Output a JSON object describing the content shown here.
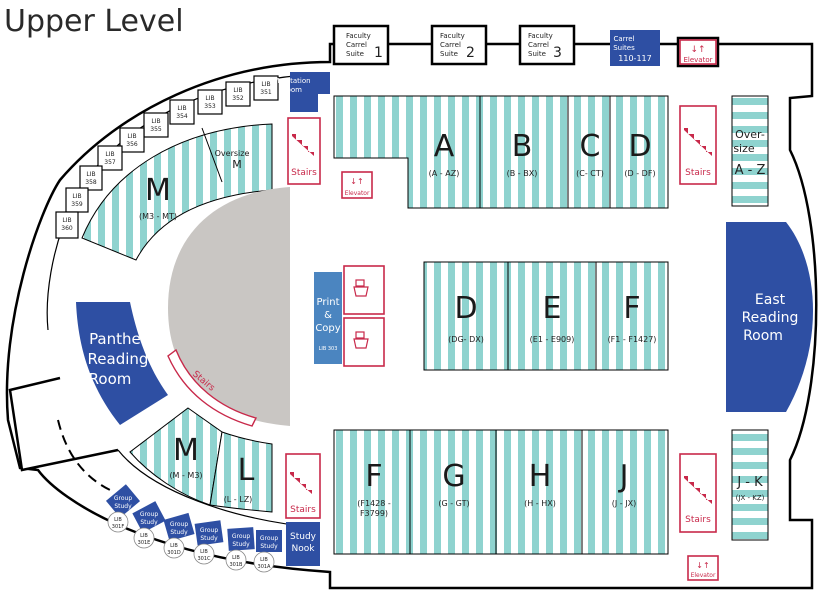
{
  "title": "Upper Level",
  "colors": {
    "shelf": "#8fd3cf",
    "room_blue": "#2e4fa3",
    "print_blue": "#4b85c0",
    "red": "#c8294a",
    "floor_gray": "#c9c6c3"
  },
  "top_rooms": {
    "faculty1": {
      "line1": "Faculty",
      "line2": "Carrel",
      "line3": "Suite",
      "num": "1"
    },
    "faculty2": {
      "line1": "Faculty",
      "line2": "Carrel",
      "line3": "Suite",
      "num": "2"
    },
    "faculty3": {
      "line1": "Faculty",
      "line2": "Carrel",
      "line3": "Suite",
      "num": "3"
    },
    "carrel_suites": {
      "line1": "Carrel",
      "line2": "Suites",
      "line3": "110-117"
    },
    "elevator_top": "Elevator"
  },
  "lib_rooms": [
    {
      "a": "LIB",
      "b": "351"
    },
    {
      "a": "LIB",
      "b": "352"
    },
    {
      "a": "LIB",
      "b": "353"
    },
    {
      "a": "LIB",
      "b": "354"
    },
    {
      "a": "LIB",
      "b": "355"
    },
    {
      "a": "LIB",
      "b": "356"
    },
    {
      "a": "LIB",
      "b": "357"
    },
    {
      "a": "LIB",
      "b": "358"
    },
    {
      "a": "LIB",
      "b": "359"
    },
    {
      "a": "LIB",
      "b": "360"
    }
  ],
  "meditation": {
    "line1": "Meditation",
    "line2": "Room"
  },
  "oversize_m": {
    "line1": "Oversize",
    "line2": "M"
  },
  "m_upper": {
    "letter": "M",
    "range": "(M3 - MT)"
  },
  "m_lower": {
    "letter": "M",
    "range": "(M - M3)"
  },
  "l_section": {
    "letter": "L",
    "range": "(L - LZ)"
  },
  "stairs_label": "Stairs",
  "elevator_label": "Elevator",
  "panther": {
    "line1": "Panther",
    "line2": "Reading",
    "line3": "Room"
  },
  "east": {
    "line1": "East",
    "line2": "Reading",
    "line3": "Room"
  },
  "print_copy": {
    "line1": "Print",
    "line2": "&",
    "line3": "Copy",
    "line4": "LIB 303"
  },
  "oversize_az": {
    "line1": "Over-",
    "line2": "size",
    "line3": "A - Z"
  },
  "top_stacks": [
    {
      "letter": "A",
      "range": "(A - AZ)"
    },
    {
      "letter": "B",
      "range": "(B - BX)"
    },
    {
      "letter": "C",
      "range": "(C- CT)"
    },
    {
      "letter": "D",
      "range": "(D - DF)"
    }
  ],
  "mid_stacks": [
    {
      "letter": "D",
      "range": "(DG- DX)"
    },
    {
      "letter": "E",
      "range": "(E1 - E909)"
    },
    {
      "letter": "F",
      "range": "(F1 - F1427)"
    }
  ],
  "bottom_stacks": [
    {
      "letter": "F",
      "range": "(F1428 -",
      "range2": "F3799)"
    },
    {
      "letter": "G",
      "range": "(G - GT)"
    },
    {
      "letter": "H",
      "range": "(H - HX)"
    },
    {
      "letter": "J",
      "range": "(J - JX)"
    }
  ],
  "jk": {
    "letter": "J - K",
    "range": "(JX - KZ)"
  },
  "study_nook": {
    "line1": "Study",
    "line2": "Nook"
  },
  "group_study": [
    {
      "l1": "Group",
      "l2": "Study",
      "lib": "LIB",
      "num": "301F"
    },
    {
      "l1": "Group",
      "l2": "Study",
      "lib": "LIB",
      "num": "301E"
    },
    {
      "l1": "Group",
      "l2": "Study",
      "lib": "LIB",
      "num": "301D"
    },
    {
      "l1": "Group",
      "l2": "Study",
      "lib": "LIB",
      "num": "301C"
    },
    {
      "l1": "Group",
      "l2": "Study",
      "lib": "LIB",
      "num": "301B"
    },
    {
      "l1": "Group",
      "l2": "Study",
      "lib": "LIB",
      "num": "301A"
    }
  ]
}
